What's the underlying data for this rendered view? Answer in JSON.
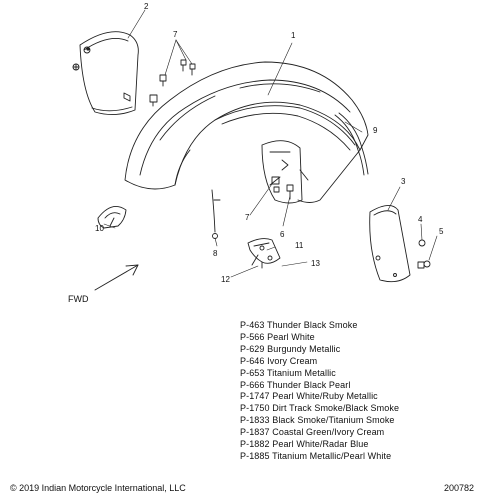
{
  "diagram": {
    "callouts": [
      "1",
      "2",
      "3",
      "4",
      "5",
      "6",
      "7",
      "7",
      "8",
      "9",
      "10",
      "11",
      "12",
      "13"
    ],
    "direction_label": "FWD"
  },
  "paint_codes": [
    {
      "code": "P-463",
      "name": "Thunder Black Smoke"
    },
    {
      "code": "P-566",
      "name": "Pearl White"
    },
    {
      "code": "P-629",
      "name": "Burgundy Metallic"
    },
    {
      "code": "P-646",
      "name": "Ivory Cream"
    },
    {
      "code": "P-653",
      "name": "Titanium Metallic"
    },
    {
      "code": "P-666",
      "name": "Thunder Black Pearl"
    },
    {
      "code": "P-1747",
      "name": "Pearl White/Ruby Metallic"
    },
    {
      "code": "P-1750",
      "name": "Dirt Track Smoke/Black Smoke"
    },
    {
      "code": "P-1833",
      "name": "Black Smoke/Titanium Smoke"
    },
    {
      "code": "P-1837",
      "name": "Coastal Green/Ivory Cream"
    },
    {
      "code": "P-1882",
      "name": "Pearl White/Radar Blue"
    },
    {
      "code": "P-1885",
      "name": "Titanium Metallic/Pearl White"
    }
  ],
  "footer": {
    "copyright": "© 2019 Indian Motorcycle International, LLC",
    "drawing_id": "200782"
  }
}
